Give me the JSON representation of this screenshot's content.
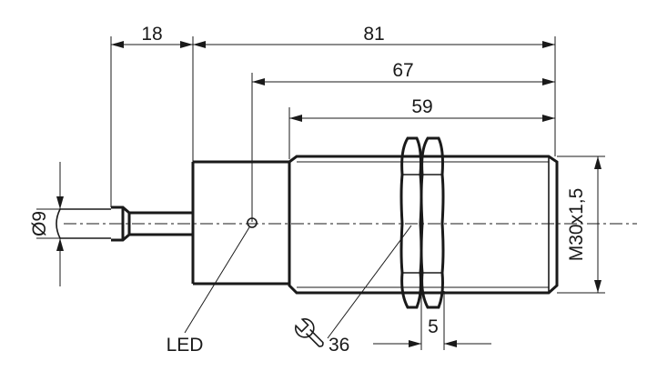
{
  "dimensions": {
    "d18": "18",
    "d81": "81",
    "d67": "67",
    "d59": "59",
    "d5": "5",
    "wrench_size": "36",
    "cable_dia": "Ø9",
    "thread": "M30x1,5"
  },
  "labels": {
    "led": "LED"
  },
  "icons": {
    "wrench": "wrench-icon"
  }
}
